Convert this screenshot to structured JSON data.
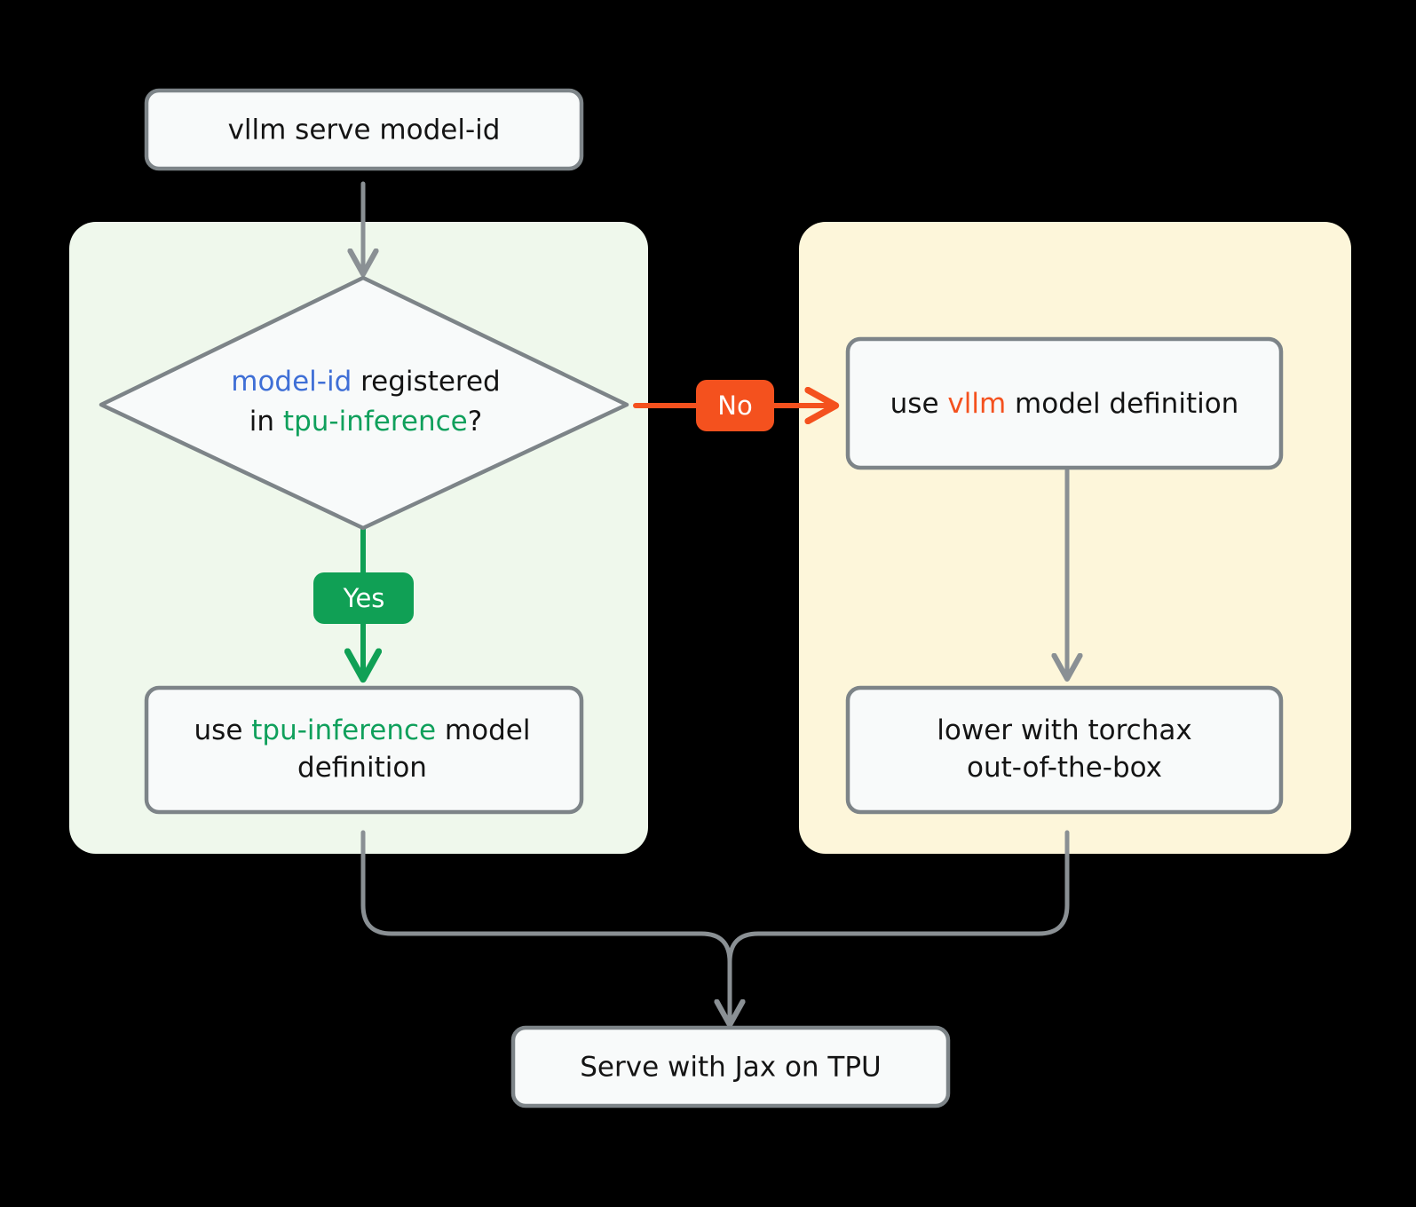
{
  "diagram": {
    "title": "vLLM on TPU model-definition routing flowchart",
    "background": "#000000",
    "colors": {
      "node_fill": "#f8fafa",
      "node_border": "#7d8488",
      "edge_gray": "#8a9094",
      "accent_blue": "#3f6fd6",
      "accent_green": "#10a05c",
      "accent_orange": "#f4511e",
      "panel_green_bg": "#eff8ec",
      "panel_yellow_bg": "#fdf6da",
      "badge_yes_bg": "#10a055",
      "badge_no_bg": "#f4511e",
      "badge_text": "#ffffff"
    }
  },
  "panels": {
    "left": {
      "name": "tpu-inference-path-panel",
      "fill": "#eff8ec"
    },
    "right": {
      "name": "vllm-path-panel",
      "fill": "#fdf6da"
    }
  },
  "nodes": {
    "start": {
      "id": "start-node",
      "shape": "rounded-rect",
      "text": "vllm serve model-id"
    },
    "decision": {
      "id": "decision-node",
      "shape": "diamond",
      "line1": [
        {
          "text": "model-id",
          "color": "blue"
        },
        {
          "text": " registered",
          "color": "dark"
        }
      ],
      "line2": [
        {
          "text": "in ",
          "color": "dark"
        },
        {
          "text": "tpu-inference",
          "color": "green"
        },
        {
          "text": "?",
          "color": "dark"
        }
      ],
      "plain_text": "model-id registered in tpu-inference?"
    },
    "yes_branch": {
      "id": "tpu-inference-model-node",
      "shape": "rounded-rect",
      "line1": [
        {
          "text": "use ",
          "color": "dark"
        },
        {
          "text": "tpu-inference",
          "color": "green"
        },
        {
          "text": " model",
          "color": "dark"
        }
      ],
      "line2": [
        {
          "text": "definition",
          "color": "dark"
        }
      ],
      "plain_text": "use tpu-inference model definition"
    },
    "no_branch": {
      "id": "vllm-model-node",
      "shape": "rounded-rect",
      "line1": [
        {
          "text": "use ",
          "color": "dark"
        },
        {
          "text": "vllm",
          "color": "orange"
        },
        {
          "text": " model definition",
          "color": "dark"
        }
      ],
      "plain_text": "use vllm model definition"
    },
    "torchax": {
      "id": "torchax-node",
      "shape": "rounded-rect",
      "line1": [
        {
          "text": "lower with torchax",
          "color": "dark"
        }
      ],
      "line2": [
        {
          "text": "out-of-the-box",
          "color": "dark"
        }
      ],
      "plain_text": "lower with torchax out-of-the-box"
    },
    "end": {
      "id": "end-node",
      "shape": "rounded-rect",
      "text": "Serve with Jax on TPU"
    }
  },
  "edge_labels": {
    "yes": {
      "text": "Yes",
      "bg": "#10a055",
      "fg": "#ffffff"
    },
    "no": {
      "text": "No",
      "bg": "#f4511e",
      "fg": "#ffffff"
    }
  },
  "edges": [
    {
      "from": "start",
      "to": "decision",
      "label": "",
      "color": "#8a9094"
    },
    {
      "from": "decision",
      "to": "yes_branch",
      "label": "Yes",
      "color": "#10a055"
    },
    {
      "from": "decision",
      "to": "no_branch",
      "label": "No",
      "color": "#f4511e"
    },
    {
      "from": "no_branch",
      "to": "torchax",
      "label": "",
      "color": "#8a9094"
    },
    {
      "from": "yes_branch",
      "to": "end",
      "label": "",
      "color": "#8a9094"
    },
    {
      "from": "torchax",
      "to": "end",
      "label": "",
      "color": "#8a9094"
    }
  ]
}
